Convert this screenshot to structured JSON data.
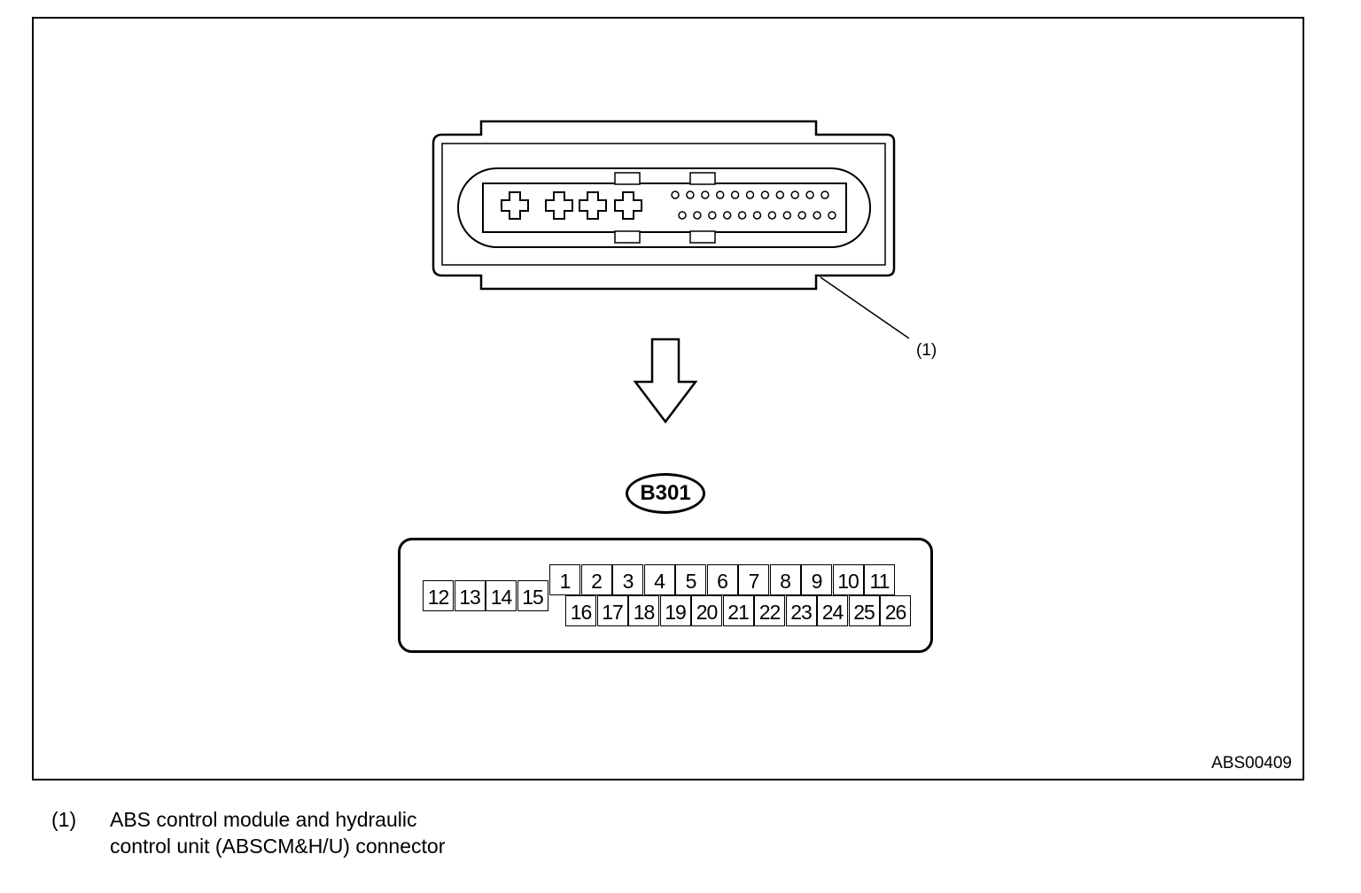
{
  "figure": {
    "id": "ABS00409",
    "callout": "(1)",
    "connector_code": "B301"
  },
  "pinout": {
    "upper_row": [
      "1",
      "2",
      "3",
      "4",
      "5",
      "6",
      "7",
      "8",
      "9",
      "10",
      "11"
    ],
    "lower_row": [
      "16",
      "17",
      "18",
      "19",
      "20",
      "21",
      "22",
      "23",
      "24",
      "25",
      "26"
    ],
    "left_block": [
      "12",
      "13",
      "14",
      "15"
    ]
  },
  "legend": [
    {
      "number": "(1)",
      "description": "ABS control module and hydraulic control unit (ABSCM&H/U) connector"
    }
  ]
}
